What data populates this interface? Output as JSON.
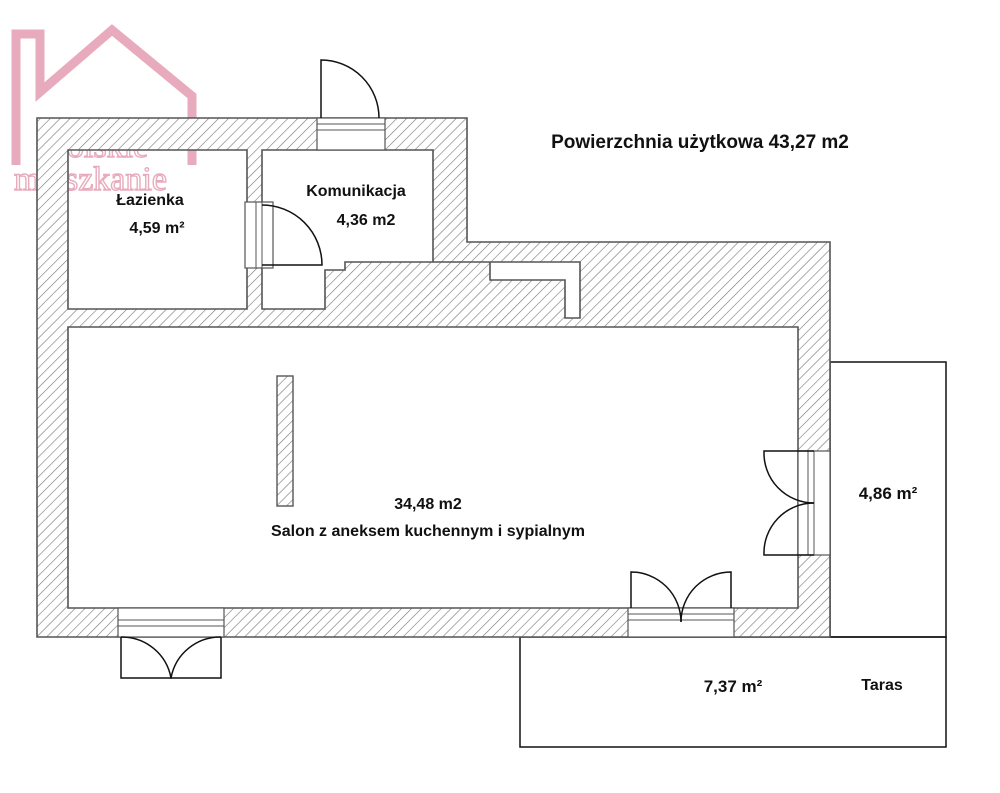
{
  "plan": {
    "total_area": "Powierzchnia użytkowa 43,27 m2",
    "rooms": {
      "bathroom": {
        "name": "Łazienka",
        "area": "4,59 m²"
      },
      "hallway": {
        "name": "Komunikacja",
        "area": "4,36 m2"
      },
      "living": {
        "area": "34,48 m2",
        "name": "Salon z aneksem kuchennym i sypialnym"
      },
      "balcony": {
        "area": "4,86 m²"
      },
      "terrace": {
        "area": "7,37 m²",
        "name": "Taras"
      }
    }
  },
  "watermark": {
    "line1": "Polskie",
    "line2": "mieszkanie",
    "color": "#e6a3b8"
  },
  "colors": {
    "wall": "#555555",
    "hatch": "#777777",
    "line": "#111111"
  }
}
